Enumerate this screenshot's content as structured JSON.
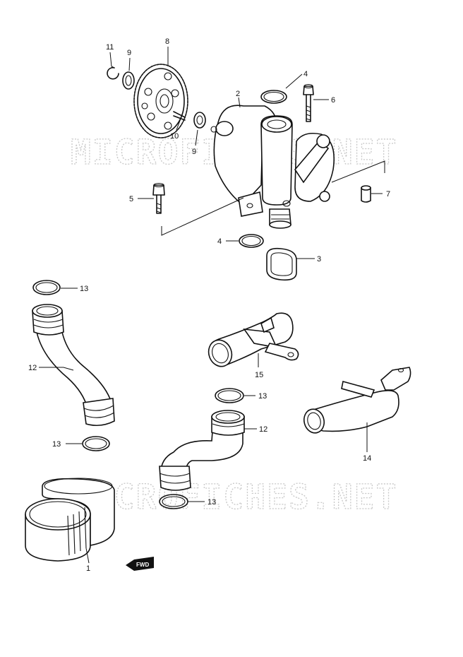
{
  "watermark": "MICROFICHES.NET",
  "fwd_mark": "FWD",
  "callouts": {
    "p1": "1",
    "p2": "2",
    "p3": "3",
    "p4a": "4",
    "p4b": "4",
    "p5": "5",
    "p6": "6",
    "p7": "7",
    "p8": "8",
    "p9a": "9",
    "p9b": "9",
    "p10": "10",
    "p11": "11",
    "p12a": "12",
    "p12b": "12",
    "p13a": "13",
    "p13b": "13",
    "p13c": "13",
    "p13d": "13",
    "p14": "14",
    "p15": "15"
  },
  "colors": {
    "line": "#111111",
    "watermark": "#c8c8c8",
    "background": "#ffffff"
  }
}
